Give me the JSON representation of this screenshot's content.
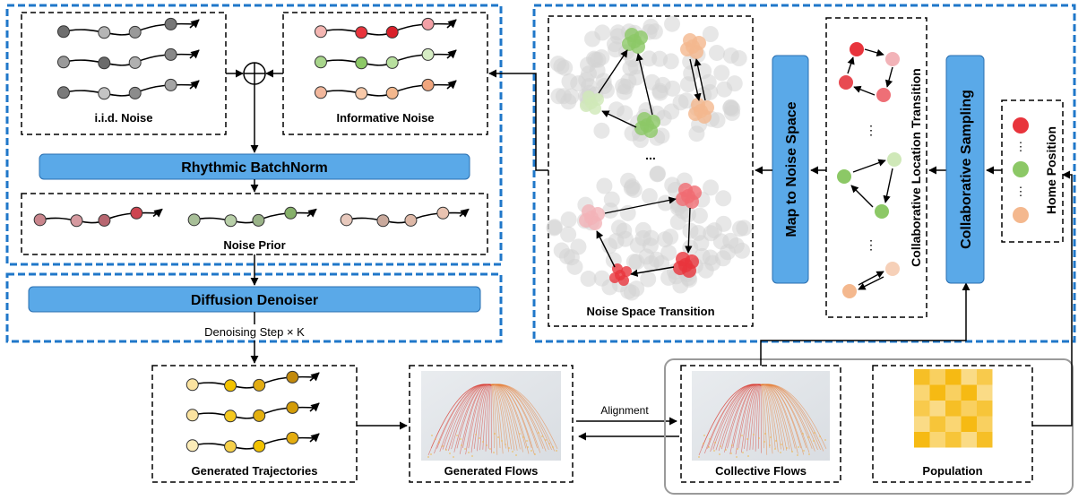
{
  "labels": {
    "iid_noise": "i.i.d. Noise",
    "informative_noise": "Informative Noise",
    "rhythmic_batchnorm": "Rhythmic BatchNorm",
    "noise_prior": "Noise Prior",
    "diffusion_denoiser": "Diffusion Denoiser",
    "denoising_step": "Denoising Step  × K",
    "noise_space_transition": "Noise Space Transition",
    "ellipsis": "...",
    "map_to_noise_space": "Map to Noise Space",
    "collaborative_location_transition": "Collaborative Location Transition",
    "collaborative_sampling": "Collaborative Sampling",
    "home_position": "Home Position",
    "generated_trajectories": "Generated Trajectories",
    "generated_flows": "Generated Flows",
    "alignment": "Alignment",
    "collective_flows": "Collective Flows",
    "population": "Population",
    "vdots": "⋮"
  },
  "colors": {
    "blue_border": "#1f77c9",
    "blue_fill": "#5aa9e8",
    "gray_node": "#8a8a8a",
    "red": "#e8343c",
    "pink": "#f2b3b8",
    "green": "#8cc866",
    "light_green": "#cfe8b8",
    "orange": "#f4b88e",
    "gold": "#f2c200",
    "light_gold": "#fbe7a0"
  }
}
